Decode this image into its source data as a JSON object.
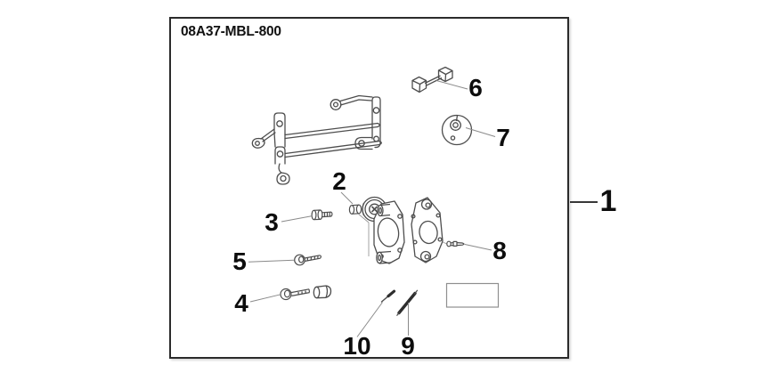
{
  "header": {
    "part_number": "08A37-MBL-800"
  },
  "callouts": {
    "c1": "1",
    "c2": "2",
    "c3": "3",
    "c4": "4",
    "c5": "5",
    "c6": "6",
    "c7": "7",
    "c8": "8",
    "c9": "9",
    "c10": "10"
  },
  "colors": {
    "background": "#ffffff",
    "box_border": "#2b2b2b",
    "line_art": "#4d4d4d",
    "leader_line": "#8a8a8a",
    "callout_text": "#0d0d0d"
  }
}
